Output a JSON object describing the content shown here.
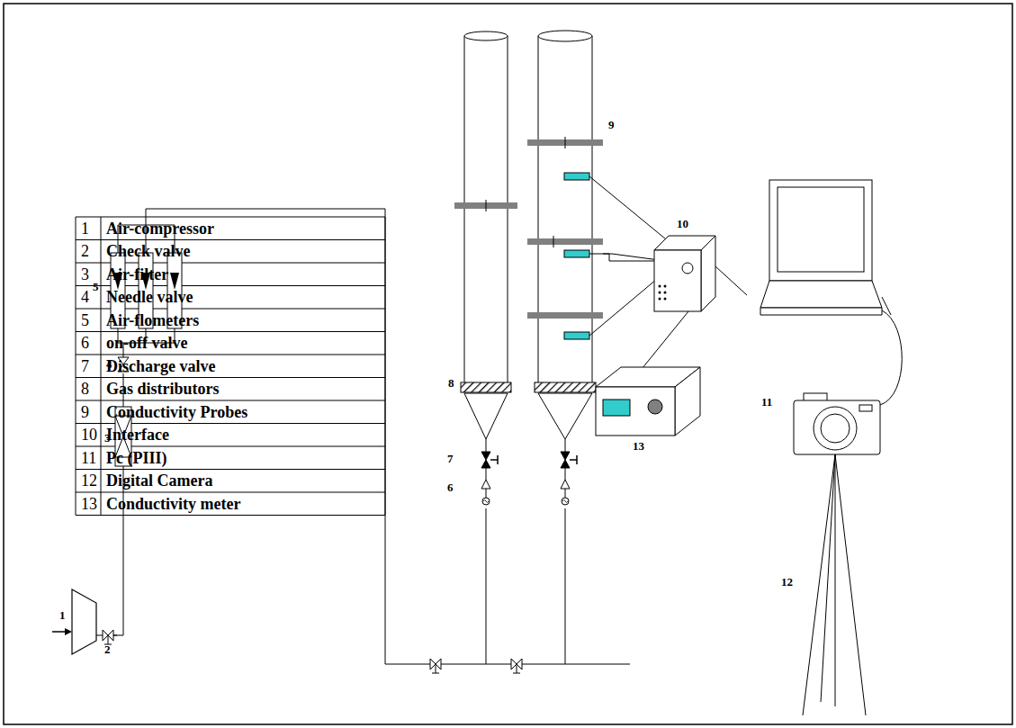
{
  "diagram": {
    "labels": [
      "1",
      "Air-compressor",
      "2",
      "Check valve",
      "3",
      "Air-filter",
      "4",
      "Needle valve",
      "5",
      "Air-flometers",
      "6",
      "on-off valve",
      "7",
      "Discharge valve",
      "8",
      "Gas distributors",
      "9",
      "Conductivity Probes",
      "10",
      "Interface",
      "11",
      "Pc (PIII)",
      "12",
      "Digital Camera",
      "13",
      "Conductivity meter",
      "5",
      "4",
      "3",
      "1",
      "2",
      "8",
      "7",
      "6",
      "9",
      "10",
      "13",
      "11",
      "12"
    ]
  }
}
